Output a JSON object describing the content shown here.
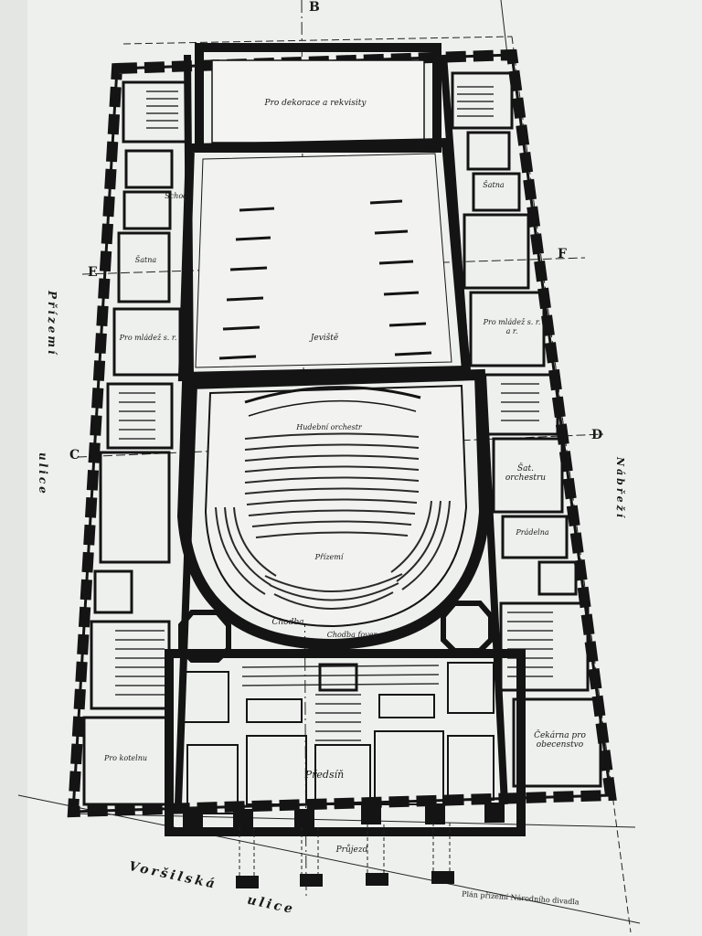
{
  "streets": {
    "left": "Přízemí",
    "left2": "ulice",
    "bottom": "Voršilská",
    "bottom2": "ulice",
    "right": "Nábřeží"
  },
  "section_markers": {
    "top": "B",
    "left_e": "E",
    "left_c": "C",
    "right_f": "F",
    "right_d": "D"
  },
  "rooms": {
    "top_stage_room": "Pro dekorace a rekvisity",
    "stage": "Jeviště",
    "orchestra": "Hudební orchestr",
    "parterre": "Přízemí",
    "corridor": "Chodba",
    "vestibule": "Předsíň",
    "drivway": "Průjezd",
    "right_small_room": "Šat. orchestru",
    "right_room_2": "Prádelna",
    "cashier": "Čekárna pro obecenstvo",
    "left_room_bottom": "Pro kotelnu",
    "right_room_middle": "Pro mládež s. r. a r.",
    "right_room_upper": "Šatna",
    "left_room_upper": "Šatna",
    "left_room_mid": "Pro mládež s. r.",
    "foyer": "Chodba foyer",
    "stair": "Schody",
    "footnote": "Plán přízemí Národního divadla"
  },
  "colors": {
    "ink": "#1b1b1b",
    "paper": "#eef0ee",
    "wall": "#141414"
  }
}
